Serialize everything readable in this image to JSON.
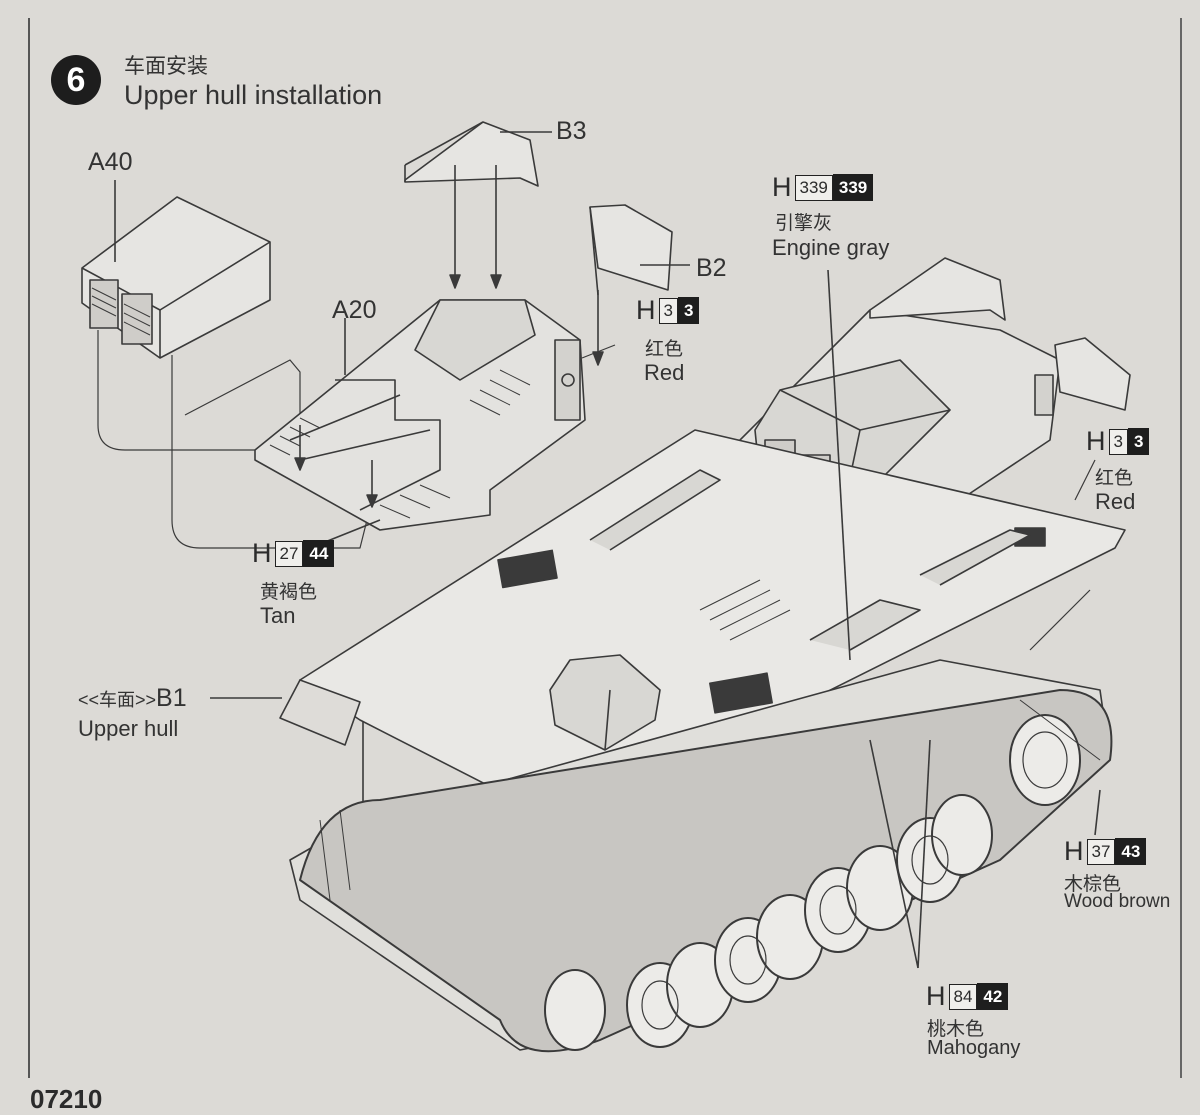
{
  "step": {
    "number": "6",
    "title_cn": "车面安装",
    "title_en": "Upper hull installation"
  },
  "parts": {
    "a40": "A40",
    "b3": "B3",
    "b2": "B2",
    "a20": "A20",
    "b1_prefix": "<<车面>>",
    "b1": "B1",
    "b1_en": "Upper hull"
  },
  "paints": [
    {
      "letter": "H",
      "code": "339",
      "code2": "339",
      "name_cn": "引擎灰",
      "name_en": "Engine gray"
    },
    {
      "letter": "H",
      "code": "3",
      "code2": "3",
      "name_cn": "红色",
      "name_en": "Red"
    },
    {
      "letter": "H",
      "code": "3",
      "code2": "3",
      "name_cn": "红色",
      "name_en": "Red"
    },
    {
      "letter": "H",
      "code": "27",
      "code2": "44",
      "name_cn": "黄褐色",
      "name_en": "Tan"
    },
    {
      "letter": "H",
      "code": "37",
      "code2": "43",
      "name_cn": "木棕色",
      "name_en": "Wood brown"
    },
    {
      "letter": "H",
      "code": "84",
      "code2": "42",
      "name_cn": "桃木色",
      "name_en": "Mahogany"
    }
  ],
  "footer": {
    "code": "07210"
  }
}
